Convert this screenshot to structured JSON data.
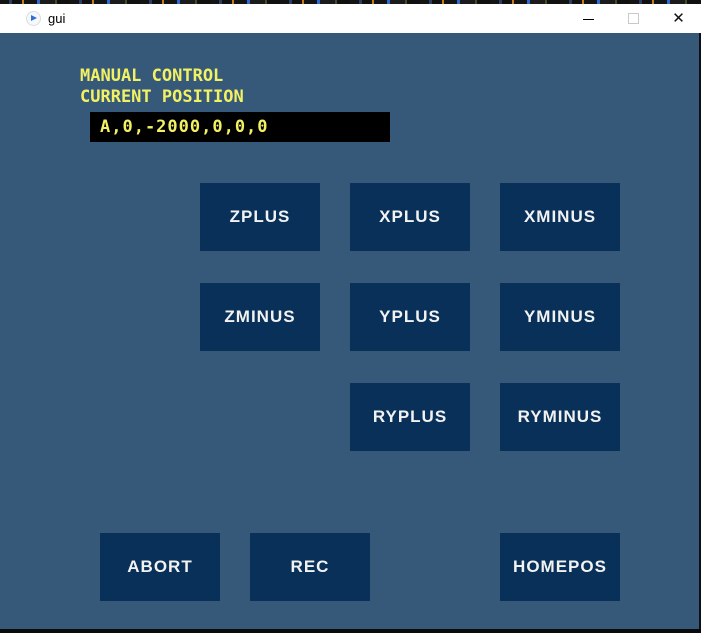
{
  "window": {
    "title": "gui",
    "controls": {
      "minimize_label": "minimize",
      "maximize_label": "maximize (disabled)",
      "close_label": "close"
    }
  },
  "header": {
    "line1": "MANUAL CONTROL",
    "line2": "CURRENT POSITION"
  },
  "position_display": {
    "value": "A,0,-2000,0,0,0"
  },
  "buttons": {
    "zplus": {
      "label": "ZPLUS"
    },
    "xplus": {
      "label": "XPLUS"
    },
    "xminus": {
      "label": "XMINUS"
    },
    "zminus": {
      "label": "ZMINUS"
    },
    "yplus": {
      "label": "YPLUS"
    },
    "yminus": {
      "label": "YMINUS"
    },
    "ryplus": {
      "label": "RYPLUS"
    },
    "ryminus": {
      "label": "RYMINUS"
    },
    "abort": {
      "label": "ABORT"
    },
    "rec": {
      "label": "REC"
    },
    "homepos": {
      "label": "HOMEPOS"
    }
  },
  "colors": {
    "content_background": "#36597A",
    "button_background": "#083058",
    "button_text": "#F2F2F2",
    "accent_yellow": "#F2F163",
    "display_background": "#000000",
    "titlebar_background": "#FFFFFF",
    "edge_border": "#0A0A0A"
  }
}
